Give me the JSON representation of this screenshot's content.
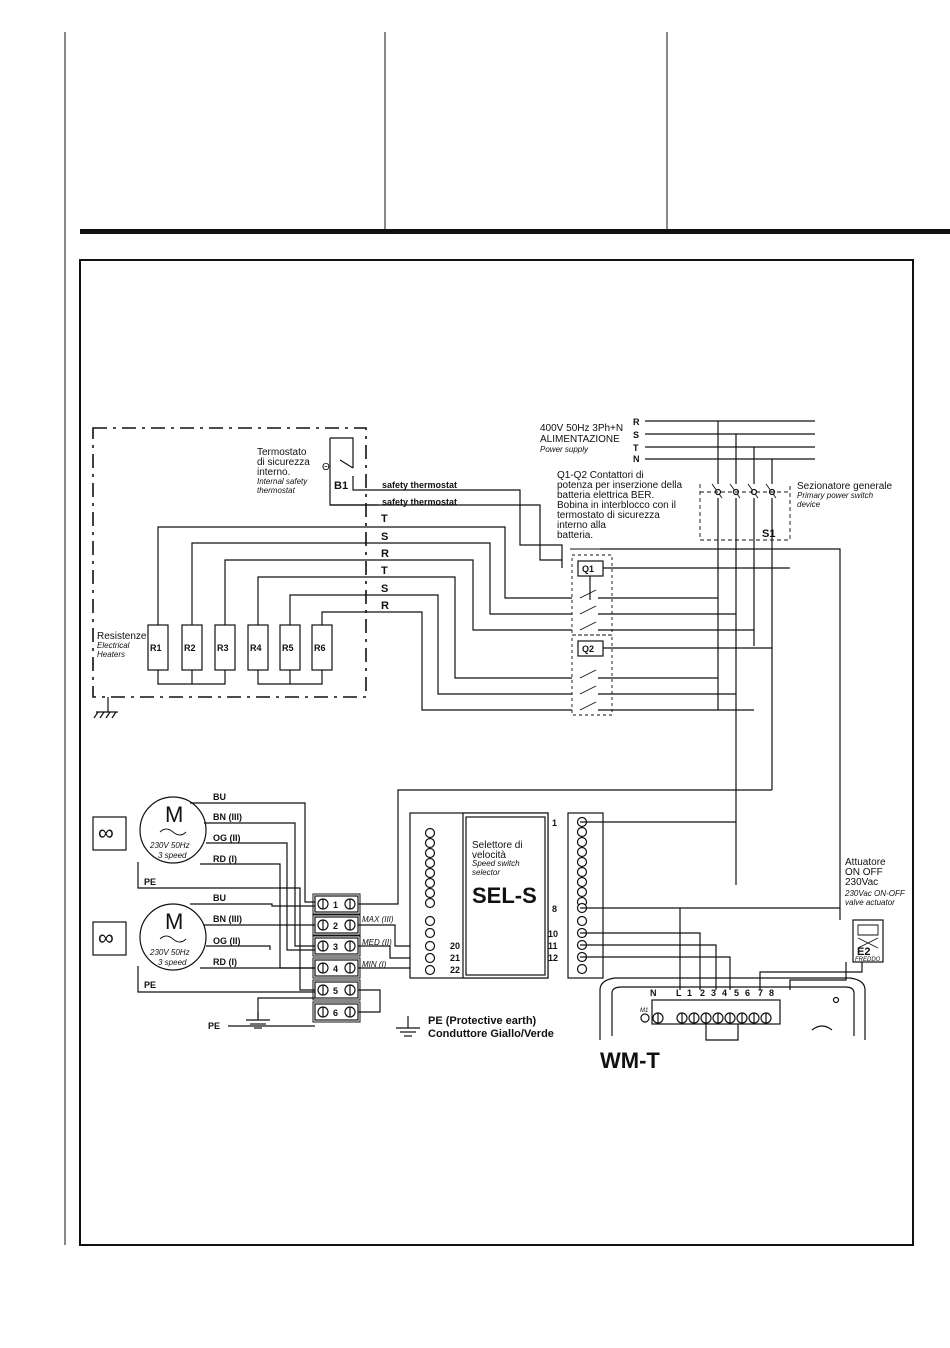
{
  "heater_section": {
    "internal_thermostat_label": "Termostato\ndi sicurezza\ninterno.",
    "internal_thermostat_label_en": "Internal safety\nthermostat",
    "thermostat_symbol": "Θ",
    "thermostat_id": "B1",
    "safety_wire_label": "safety thermostat",
    "phase_labels": [
      "T",
      "S",
      "R",
      "T",
      "S",
      "R"
    ],
    "heaters_label": "Resistenze",
    "heaters_label_en": "Electrical\nHeaters",
    "resistors": [
      "R1",
      "R2",
      "R3",
      "R4",
      "R5",
      "R6"
    ]
  },
  "power_supply": {
    "lines": [
      "R",
      "S",
      "T",
      "N"
    ],
    "voltage_label": "400V 50Hz 3Ph+N",
    "label_it": "ALIMENTAZIONE",
    "label_en": "Power supply"
  },
  "contactors": {
    "description": "Q1-Q2  Contattori di\npotenza per inserzione della\nbatteria elettrica BER.\nBobina in interblocco con il\ntermostato di sicurezza\ninterno alla\nbatteria.",
    "ids": [
      "Q1",
      "Q2"
    ]
  },
  "main_switch": {
    "label_it": "Sezionatore generale",
    "label_en": "Primary power switch\ndevice",
    "id": "S1"
  },
  "motors": {
    "symbol": "M",
    "rating": "230V    50Hz",
    "speed": "3 speed",
    "aux_symbol": "∞",
    "wires": [
      "BU",
      "BN (III)",
      "OG (II)",
      "RD (I)",
      "PE"
    ]
  },
  "terminal_block": {
    "numbers": [
      "1",
      "2",
      "3",
      "4",
      "5",
      "6"
    ],
    "speed_labels": [
      "MAX (III)",
      "MED (II)",
      "MIN (I)"
    ]
  },
  "earth": {
    "pe_label": "PE",
    "legend_line1": "PE (Protective earth)",
    "legend_line2": "Conduttore Giallo/Verde"
  },
  "selector": {
    "label_it": "Selettore di\nvelocità",
    "label_en": "Speed switch\nselector",
    "model": "SEL-S",
    "terminals_left": [
      "20",
      "21",
      "22"
    ],
    "terminals_right": [
      "1",
      "8",
      "10",
      "11",
      "12"
    ]
  },
  "actuator": {
    "label": "Attuatore\nON OFF\n230Vac",
    "label_en": "230Vac ON-OFF\nvalve actuator",
    "id": "E2",
    "mode": "FREDDO"
  },
  "controller": {
    "model": "WM-T",
    "terminals": [
      "N",
      "L",
      "1",
      "2",
      "3",
      "4",
      "5",
      "6",
      "7",
      "8"
    ],
    "small_label": "M1"
  }
}
